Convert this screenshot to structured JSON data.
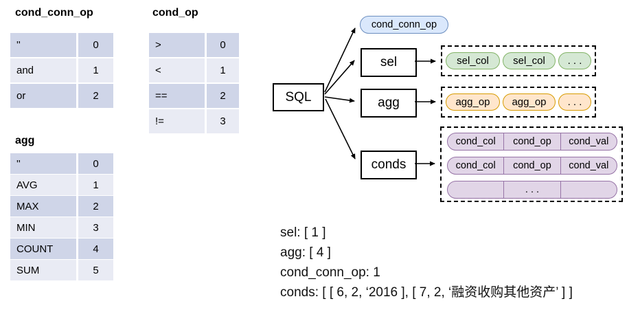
{
  "mapping_tables": [
    {
      "title": "cond_conn_op",
      "rows": [
        [
          "''",
          "0"
        ],
        [
          "and",
          "1"
        ],
        [
          "or",
          "2"
        ]
      ]
    },
    {
      "title": "cond_op",
      "rows": [
        [
          ">",
          "0"
        ],
        [
          "<",
          "1"
        ],
        [
          "==",
          "2"
        ],
        [
          "!=",
          "3"
        ]
      ]
    },
    {
      "title": "agg",
      "rows": [
        [
          "''",
          "0"
        ],
        [
          "AVG",
          "1"
        ],
        [
          "MAX",
          "2"
        ],
        [
          "MIN",
          "3"
        ],
        [
          "COUNT",
          "4"
        ],
        [
          "SUM",
          "5"
        ]
      ]
    }
  ],
  "diagram": {
    "root_label": "SQL",
    "cond_conn_op_label": "cond_conn_op",
    "sel_label": "sel",
    "agg_label": "agg",
    "conds_label": "conds",
    "sel_items": [
      "sel_col",
      "sel_col",
      ". . ."
    ],
    "agg_items": [
      "agg_op",
      "agg_op",
      ". . ."
    ],
    "conds_rows": [
      [
        "cond_col",
        "cond_op",
        "cond_val"
      ],
      [
        "cond_col",
        "cond_op",
        "cond_val"
      ],
      [
        "",
        ". . .",
        ""
      ]
    ],
    "colors": {
      "blue_fill": "#dae8fc",
      "blue_stroke": "#6c8ebf",
      "green_fill": "#d5e8d4",
      "green_stroke": "#82b366",
      "orange_fill": "#ffe6cc",
      "orange_stroke": "#d79b00",
      "purple_fill": "#e1d5e7",
      "purple_stroke": "#9673a6",
      "table_row_dark": "#cfd5e8",
      "table_row_light": "#e9ebf4"
    }
  },
  "output_text": {
    "line1": "sel: [ 1 ]",
    "line2": "agg: [ 4 ]",
    "line3": "cond_conn_op: 1",
    "line4": "conds: [ [ 6, 2, ‘2016 ], [ 7, 2, ‘融资收购其他资产’ ] ]"
  }
}
